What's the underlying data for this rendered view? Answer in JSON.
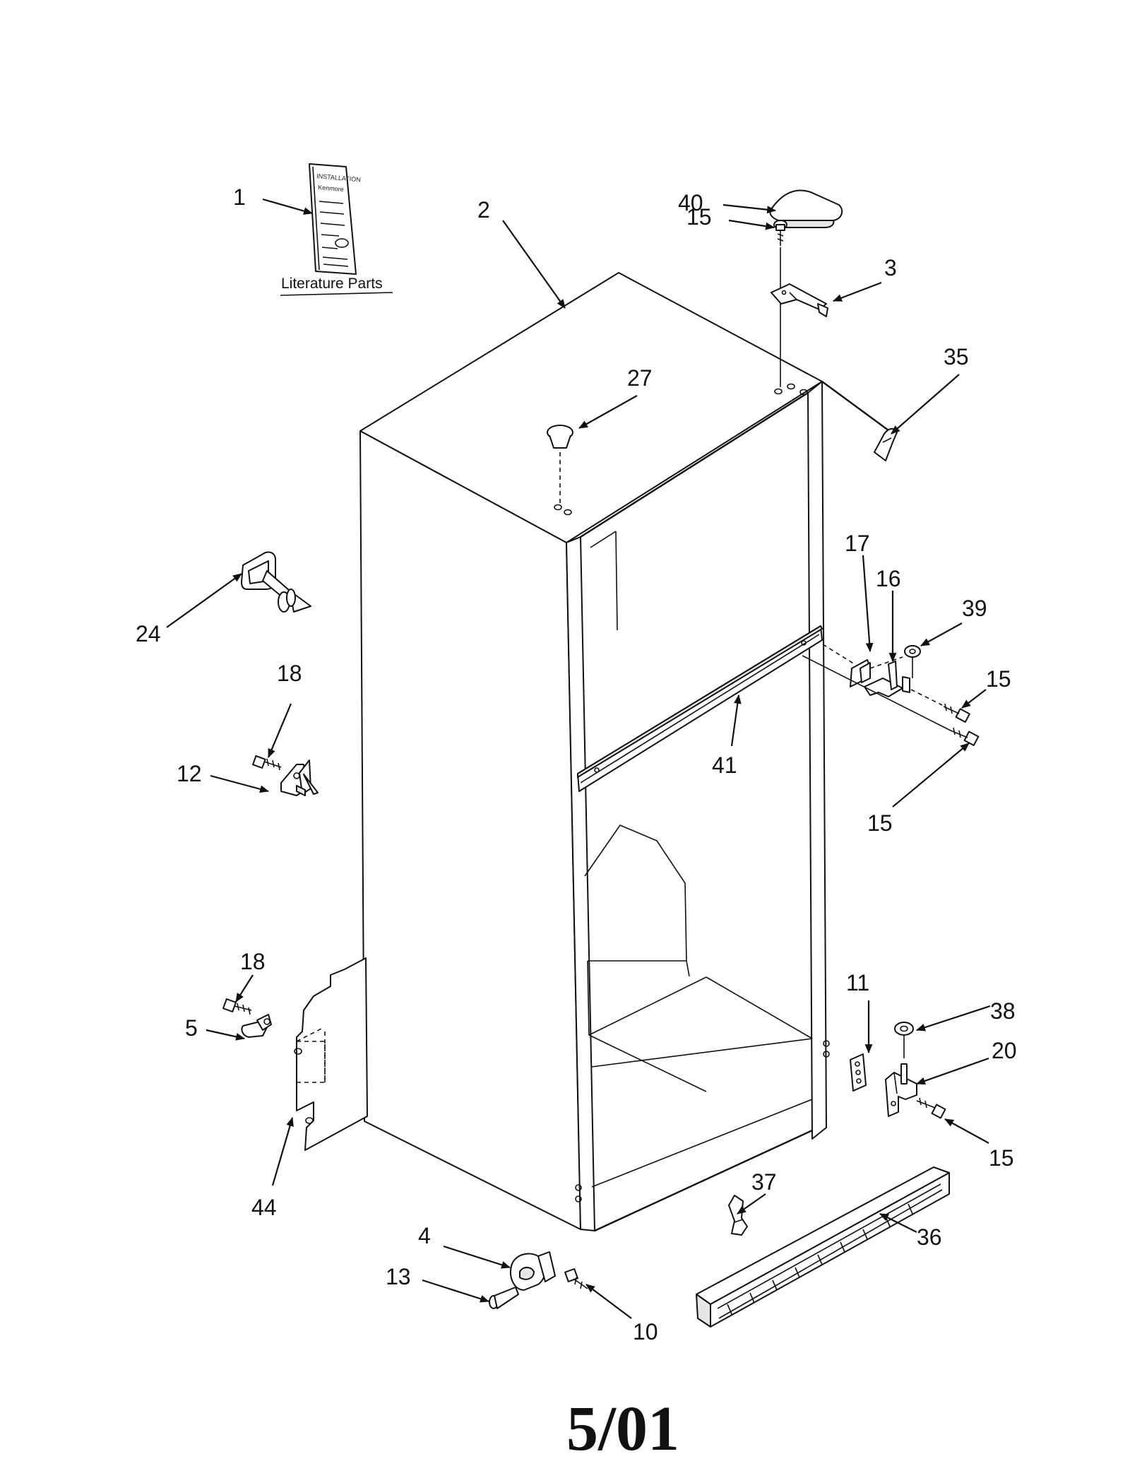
{
  "diagram": {
    "literature_label": "Literature Parts",
    "footer_date": "5/01",
    "callouts": [
      {
        "key": "c1",
        "label": "1"
      },
      {
        "key": "c2",
        "label": "2"
      },
      {
        "key": "c3",
        "label": "3"
      },
      {
        "key": "c4",
        "label": "4"
      },
      {
        "key": "c5",
        "label": "5"
      },
      {
        "key": "c10",
        "label": "10"
      },
      {
        "key": "c11",
        "label": "11"
      },
      {
        "key": "c12",
        "label": "12"
      },
      {
        "key": "c13",
        "label": "13"
      },
      {
        "key": "c15a",
        "label": "15"
      },
      {
        "key": "c15b",
        "label": "15"
      },
      {
        "key": "c15c",
        "label": "15"
      },
      {
        "key": "c15d",
        "label": "15"
      },
      {
        "key": "c16",
        "label": "16"
      },
      {
        "key": "c17",
        "label": "17"
      },
      {
        "key": "c18a",
        "label": "18"
      },
      {
        "key": "c18b",
        "label": "18"
      },
      {
        "key": "c20",
        "label": "20"
      },
      {
        "key": "c24",
        "label": "24"
      },
      {
        "key": "c27",
        "label": "27"
      },
      {
        "key": "c35",
        "label": "35"
      },
      {
        "key": "c36",
        "label": "36"
      },
      {
        "key": "c37",
        "label": "37"
      },
      {
        "key": "c38",
        "label": "38"
      },
      {
        "key": "c39",
        "label": "39"
      },
      {
        "key": "c40",
        "label": "40"
      },
      {
        "key": "c41",
        "label": "41"
      },
      {
        "key": "c44",
        "label": "44"
      }
    ]
  }
}
